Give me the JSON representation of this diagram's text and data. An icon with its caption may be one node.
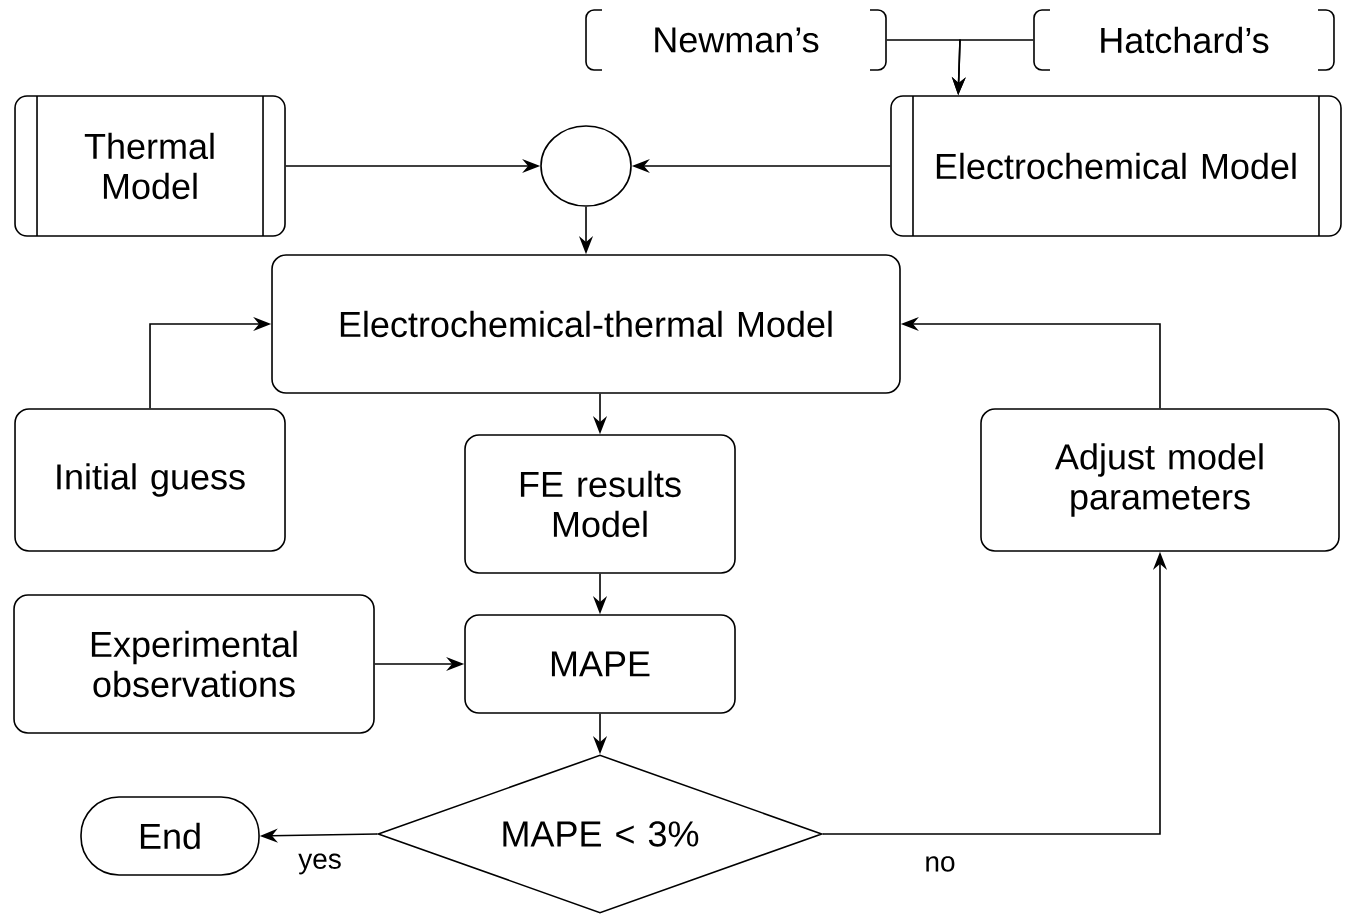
{
  "diagram": {
    "nodes": [
      {
        "text": [
          "Newman’s"
        ]
      },
      {
        "text": [
          "Hatchard’s"
        ]
      },
      {
        "text": [
          "Thermal Model"
        ]
      },
      {
        "text": [],
        "shape": "circle"
      },
      {
        "text": [
          "Electrochemical Model"
        ]
      },
      {
        "text": [
          "Electrochemical-thermal Model"
        ]
      },
      {
        "text": [
          "Initial guess"
        ]
      },
      {
        "text": [
          "FE results Model"
        ]
      },
      {
        "text": [
          "Adjust model parameters"
        ]
      },
      {
        "text": [
          "Experimental observations"
        ]
      },
      {
        "text": [
          "MAPE"
        ]
      },
      {
        "text": [
          "End"
        ]
      },
      {
        "text": [
          "MAPE < 3%"
        ]
      }
    ],
    "edges": [
      {
        "from": 0,
        "to": 4,
        "arrow": "to"
      },
      {
        "from": 1,
        "to": 4,
        "arrow": "to"
      },
      {
        "from": 2,
        "to": 3,
        "arrow": "to"
      },
      {
        "from": 4,
        "to": 3,
        "arrow": "to"
      },
      {
        "from": 3,
        "to": 5,
        "arrow": "to"
      },
      {
        "from": 6,
        "to": 5,
        "arrow": "to"
      },
      {
        "from": 5,
        "to": 7,
        "arrow": "to"
      },
      {
        "from": 7,
        "to": 10,
        "arrow": "to"
      },
      {
        "from": 9,
        "to": 10,
        "arrow": "to"
      },
      {
        "from": 10,
        "to": 12,
        "arrow": "to"
      },
      {
        "from": 12,
        "to": 11,
        "arrow": "to",
        "label": "yes"
      },
      {
        "from": 12,
        "to": 8,
        "arrow": "to",
        "label": "no"
      },
      {
        "from": 8,
        "to": 5,
        "arrow": "to"
      }
    ]
  }
}
